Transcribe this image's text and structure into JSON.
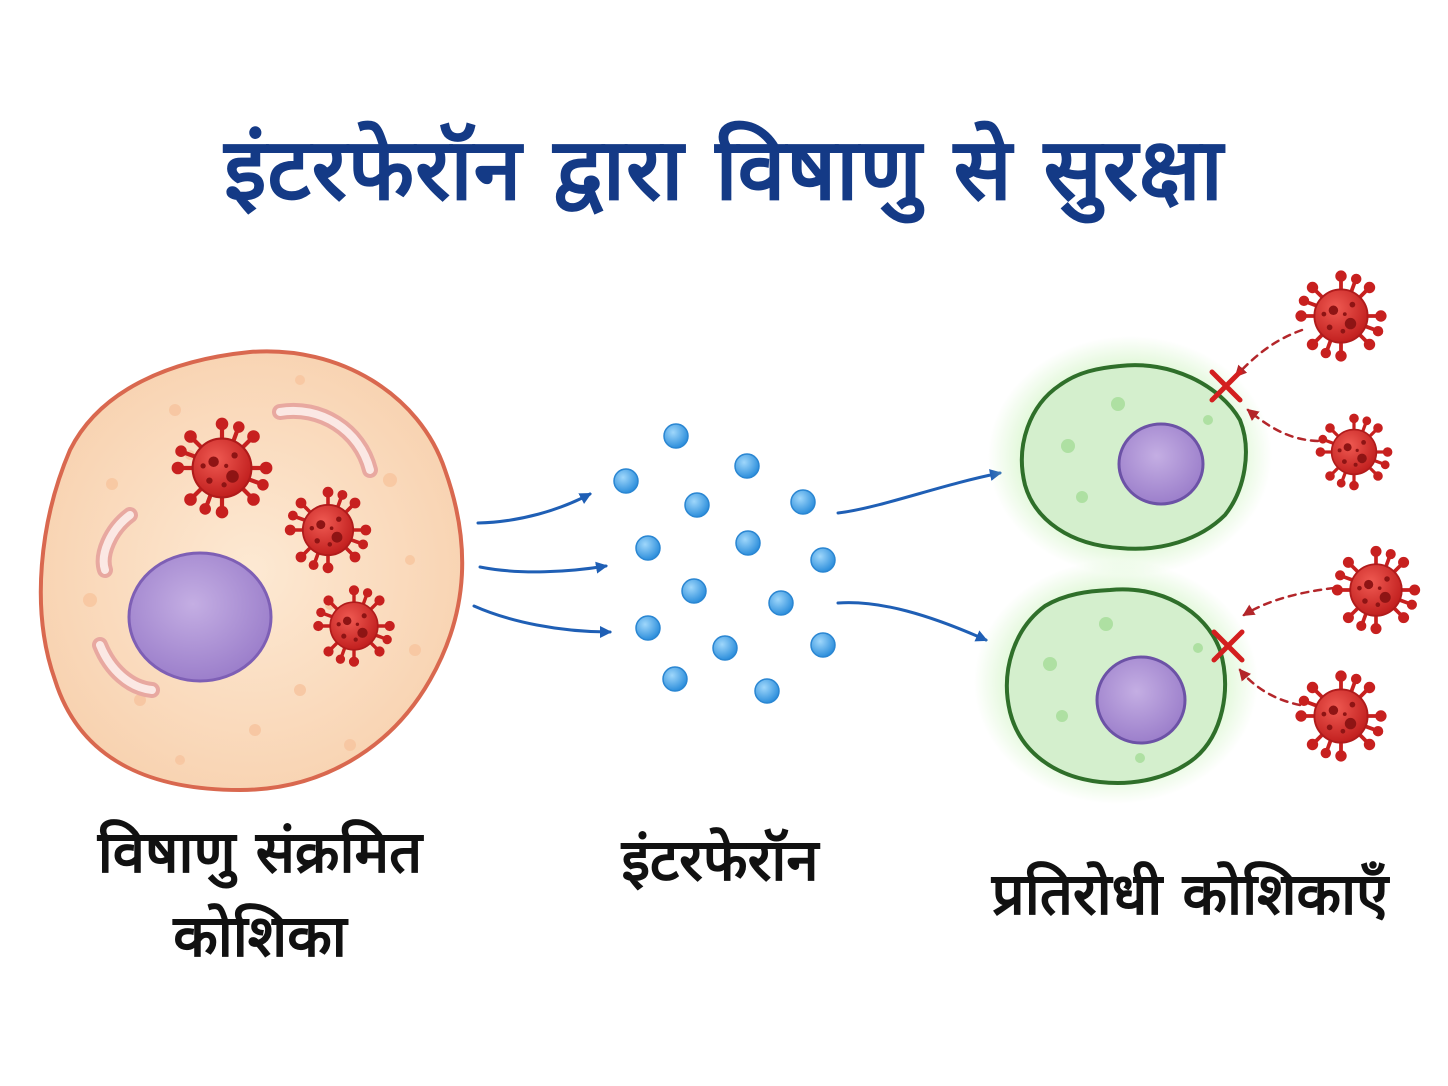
{
  "title": "इंटरफेरॉन द्वारा विषाणु से सुरक्षा",
  "labels": {
    "infected_line1": "विषाणु संक्रमित",
    "infected_line2": "कोशिका",
    "interferon": "इंटरफेरॉन",
    "resistant": "प्रतिरोधी कोशिकाएँ"
  },
  "colors": {
    "title": "#143a86",
    "infected_cell_fill": "#fbe1c6",
    "infected_cell_stroke": "#d9684f",
    "nucleus": "#b49ad8",
    "virus": "#d8302e",
    "interferon": "#4aa8ea",
    "arrow": "#1f5fb5",
    "resistant_cell_fill": "#d4efcd",
    "resistant_cell_stroke": "#2f6f2a",
    "block_mark": "#d31f1f"
  },
  "icons": {
    "virus": "virus-icon",
    "block": "cross-mark-icon"
  }
}
